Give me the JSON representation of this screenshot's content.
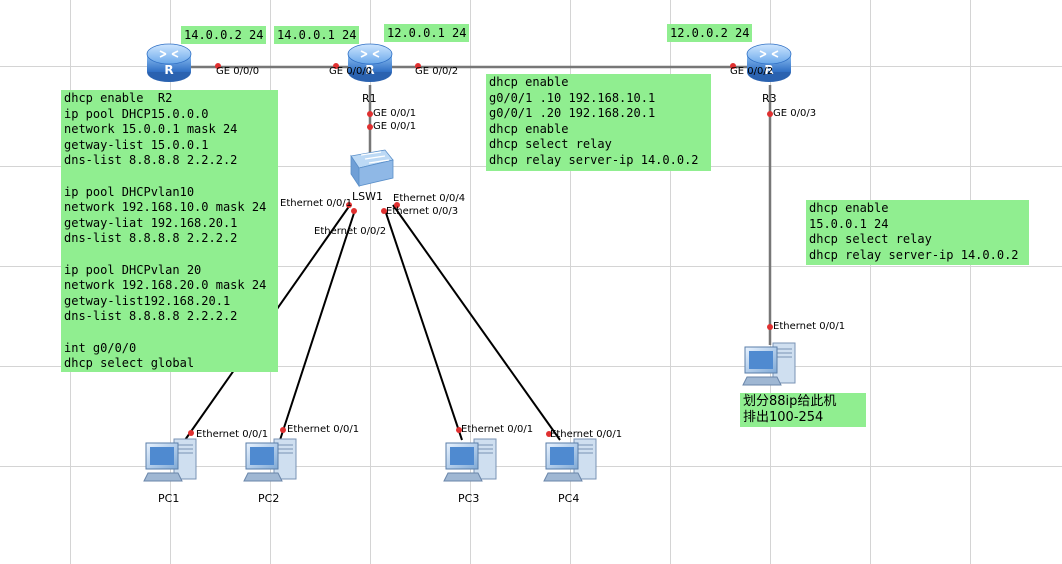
{
  "devices": {
    "R1": "R1",
    "R3": "R3",
    "LSW1": "LSW1",
    "PC1": "PC1",
    "PC2": "PC2",
    "PC3": "PC3",
    "PC4": "PC4"
  },
  "ip_tags": {
    "r2_ge000": "14.0.0.2 24",
    "r1_ge000": "14.0.0.1 24",
    "r1_ge002": "12.0.0.1 24",
    "r3_ge002": "12.0.0.2 24"
  },
  "ports": {
    "r2_ge000": "GE 0/0/0",
    "r1_ge000": "GE 0/0/0",
    "r1_ge002": "GE 0/0/2",
    "r3_ge002": "GE 0/0/2",
    "r1_ge001": "GE 0/0/1",
    "lsw_ge001": "GE 0/0/1",
    "r3_ge003": "GE 0/0/3",
    "lsw_eth001": "Ethernet 0/0/1",
    "lsw_eth002": "Ethernet 0/0/2",
    "lsw_eth003": "Ethernet 0/0/3",
    "lsw_eth004": "Ethernet 0/0/4",
    "pc1_eth": "Ethernet 0/0/1",
    "pc2_eth": "Ethernet 0/0/1",
    "pc3_eth": "Ethernet 0/0/1",
    "pc4_eth": "Ethernet 0/0/1",
    "pc5_eth": "Ethernet 0/0/1"
  },
  "notes": {
    "r2_config": "dhcp enable  R2\nip pool DHCP15.0.0.0\nnetwork 15.0.0.1 mask 24\ngetway-list 15.0.0.1\ndns-list 8.8.8.8 2.2.2.2\n\nip pool DHCPvlan10\nnetwork 192.168.10.0 mask 24\ngetway-liat 192.168.20.1\ndns-list 8.8.8.8 2.2.2.2\n\nip pool DHCPvlan 20\nnetwork 192.168.20.0 mask 24\ngetway-list192.168.20.1\ndns-list 8.8.8.8 2.2.2.2\n\nint g0/0/0\ndhcp select global",
    "r1_config": "dhcp enable\ng0/0/1 .10 192.168.10.1\ng0/0/1 .20 192.168.20.1\ndhcp enable\ndhcp select relay\ndhcp relay server-ip 14.0.0.2",
    "r3_config": "dhcp enable\n15.0.0.1 24\ndhcp select relay\ndhcp relay server-ip 14.0.0.2",
    "pc5_note": "划分88ip给此机\n排出100-254"
  },
  "colors": {
    "note_bg": "#90ee90",
    "port_dot": "#e03030",
    "router_blue": "#3d7fd0"
  }
}
